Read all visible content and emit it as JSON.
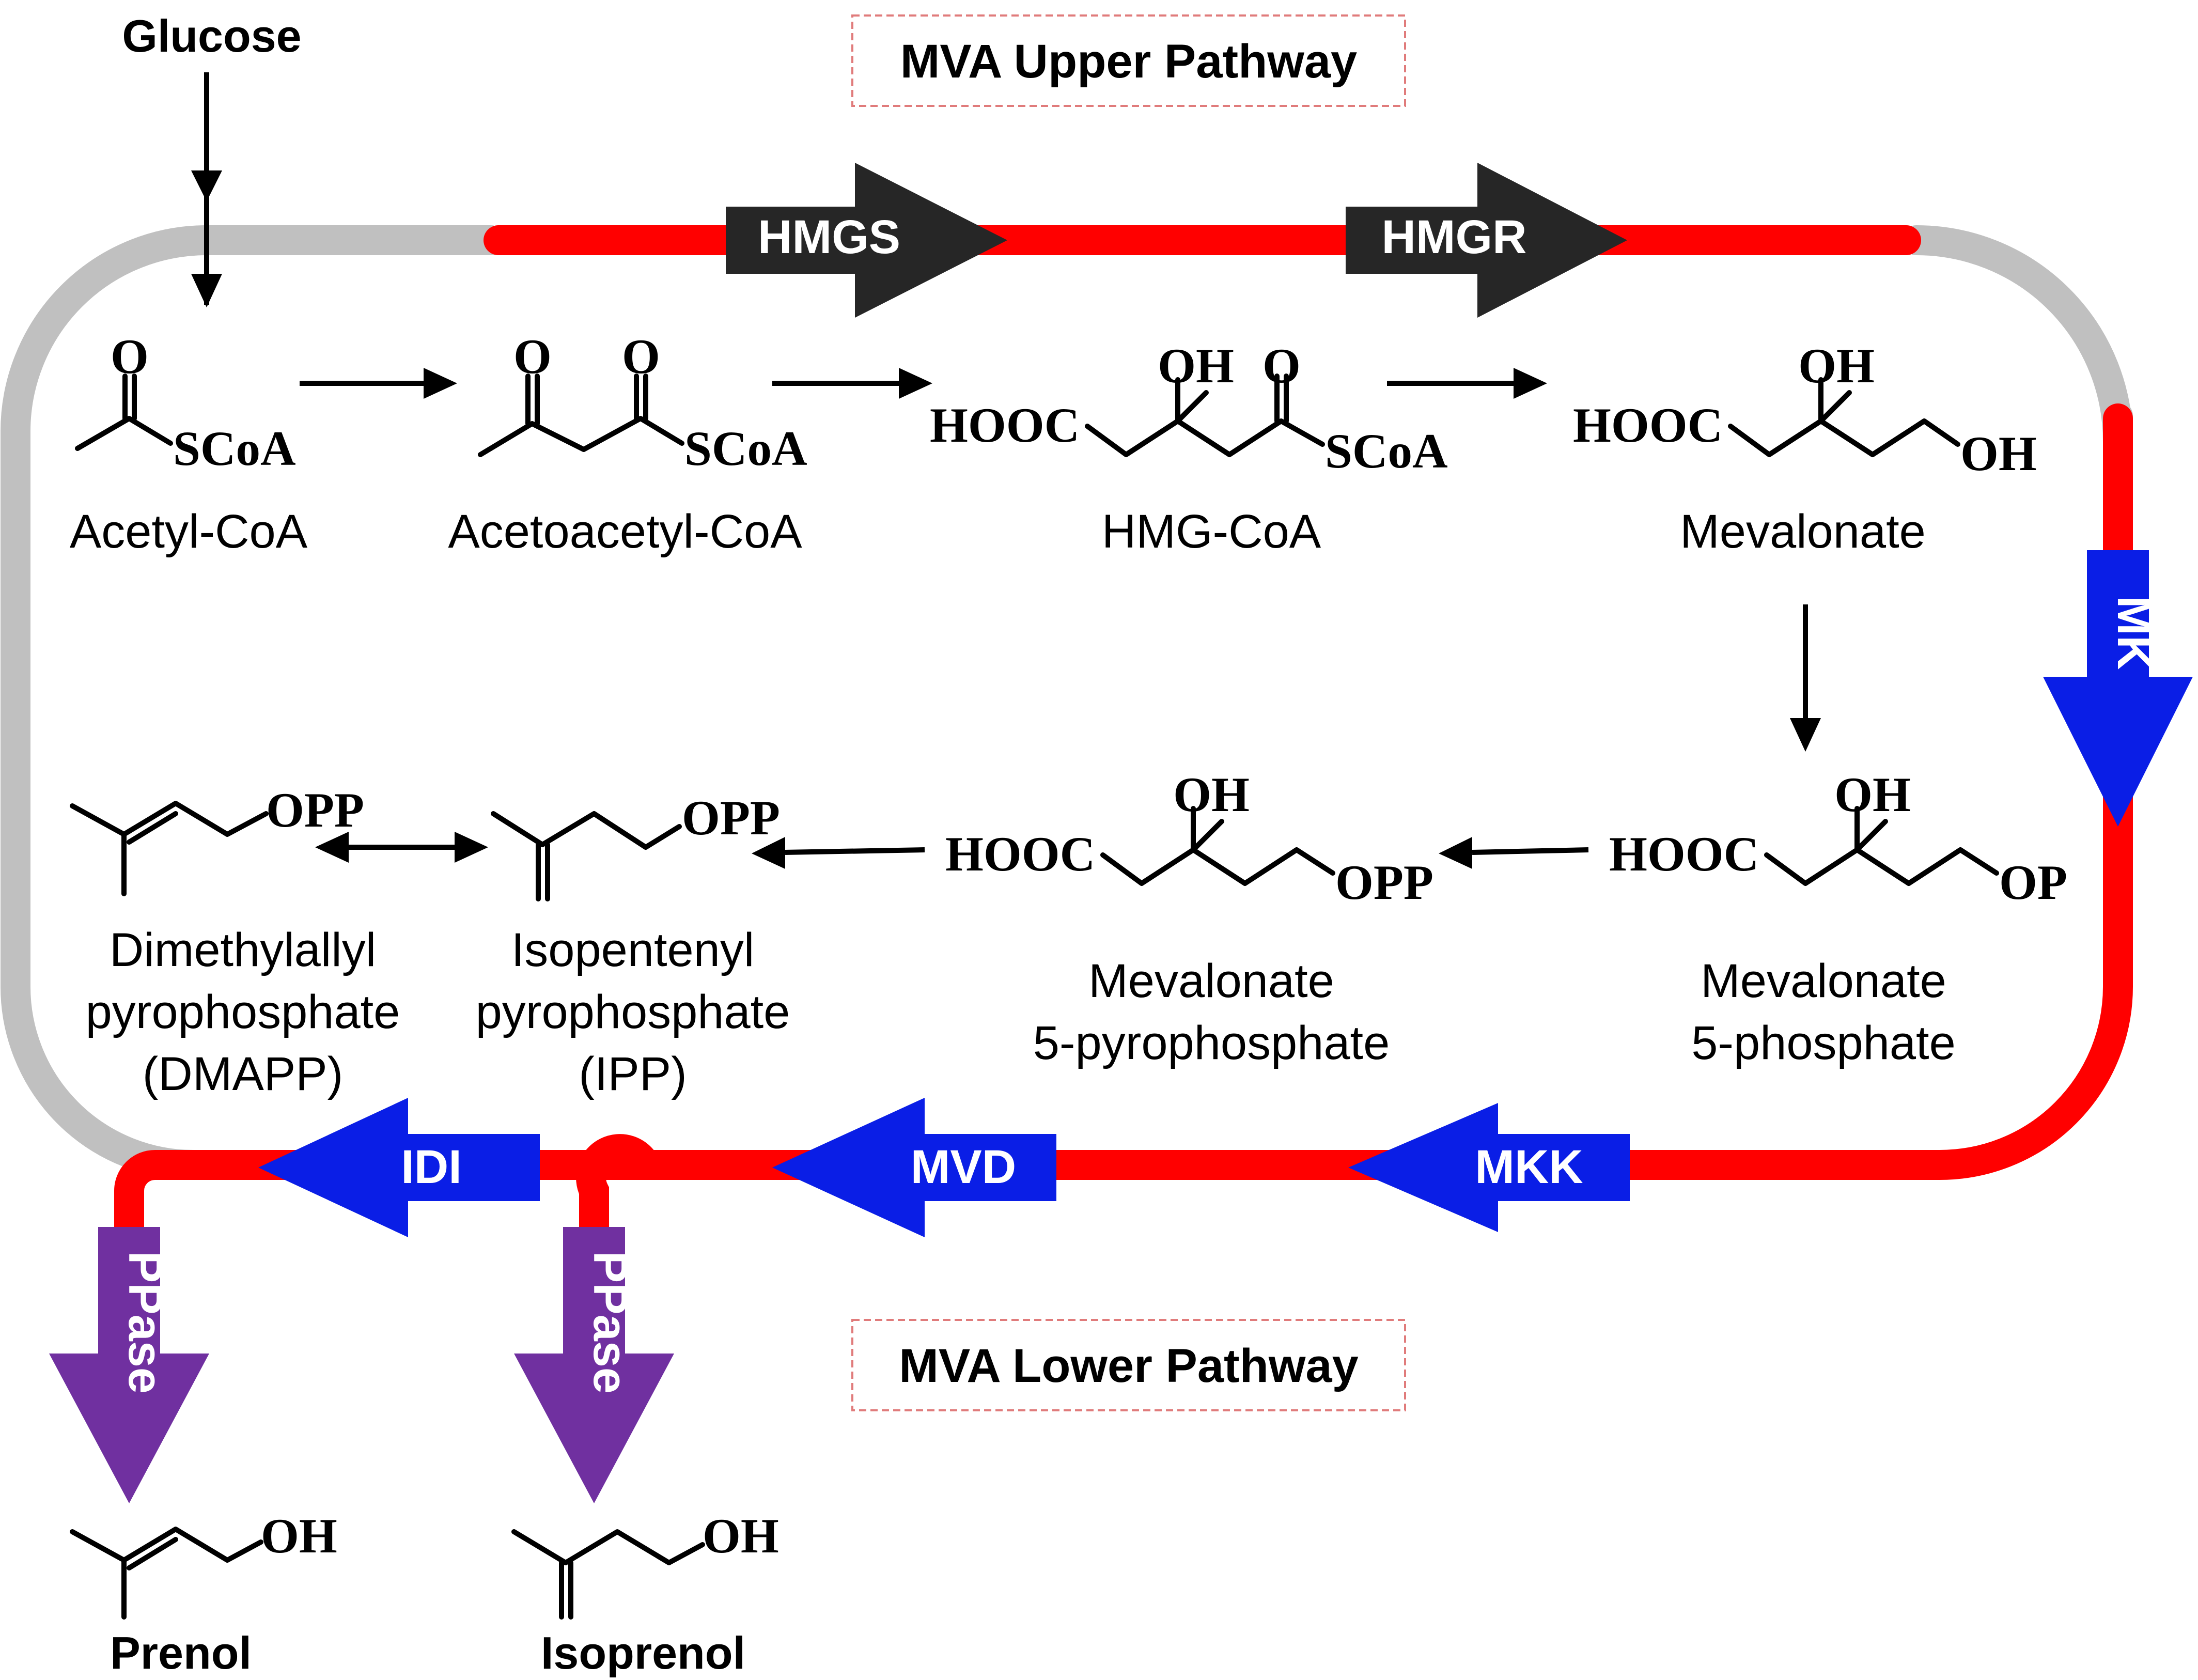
{
  "input": "Glucose",
  "sections": {
    "upper": "MVA Upper Pathway",
    "lower": "MVA Lower Pathway"
  },
  "enzymes": {
    "hmgs": "HMGS",
    "hmgr": "HMGR",
    "mk": "MK",
    "mkk": "MKK",
    "mvd": "MVD",
    "idi": "IDI",
    "ppase1": "PPase",
    "ppase2": "PPase"
  },
  "compounds": {
    "acetyl_coa": {
      "name": "Acetyl-CoA",
      "o": "O",
      "r": "SCoA"
    },
    "acetoacetyl_coa": {
      "name": "Acetoacetyl-CoA",
      "o1": "O",
      "o2": "O",
      "r": "SCoA"
    },
    "hmg_coa": {
      "name": "HMG-CoA",
      "hooc": "HOOC",
      "oh": "OH",
      "o": "O",
      "r": "SCoA"
    },
    "mevalonate": {
      "name": "Mevalonate",
      "hooc": "HOOC",
      "oh": "OH",
      "oh2": "OH"
    },
    "mev5p": {
      "name1": "Mevalonate",
      "name2": "5-phosphate",
      "hooc": "HOOC",
      "oh": "OH",
      "r": "OP"
    },
    "mev5pp": {
      "name1": "Mevalonate",
      "name2": "5-pyrophosphate",
      "hooc": "HOOC",
      "oh": "OH",
      "r": "OPP"
    },
    "ipp": {
      "name1": "Isopentenyl",
      "name2": "pyrophosphate",
      "name3": "(IPP)",
      "r": "OPP"
    },
    "dmapp": {
      "name1": "Dimethylallyl",
      "name2": "pyrophosphate",
      "name3": "(DMAPP)",
      "r": "OPP"
    },
    "prenol": {
      "name": "Prenol",
      "r": "OH"
    },
    "isoprenol": {
      "name": "Isoprenol",
      "r": "OH"
    }
  },
  "colors": {
    "upper_track": "#ff0000",
    "gray_track": "#c0c0c0",
    "upper_enzyme": "#262626",
    "lower_enzyme": "#0a1ee6",
    "ppase": "#7030a0",
    "label_border": "#e07b7b"
  }
}
